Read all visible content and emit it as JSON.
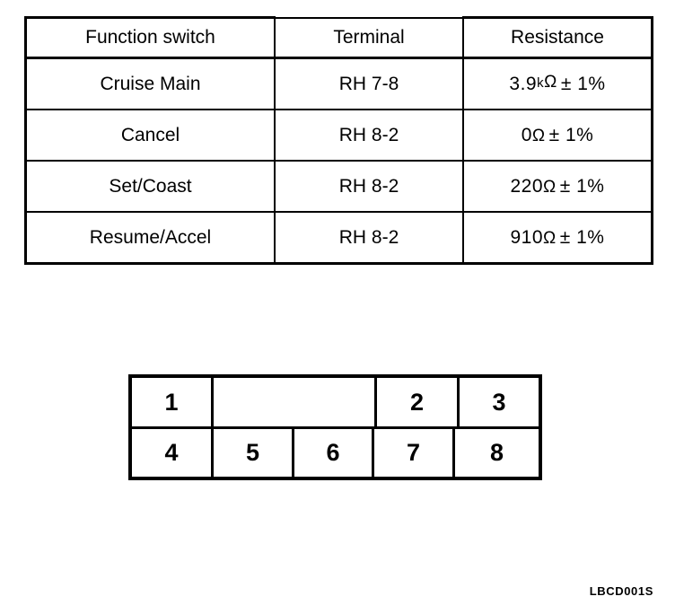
{
  "table": {
    "headers": [
      "Function switch",
      "Terminal",
      "Resistance"
    ],
    "rows": [
      {
        "function_switch": "Cruise Main",
        "terminal": "RH 7-8",
        "resistance_value": "3.9",
        "resistance_multiplier": "k",
        "resistance_unit": "Ω",
        "resistance_tolerance": "± 1%",
        "resistance_full": "3.9kΩ ± 1%"
      },
      {
        "function_switch": "Cancel",
        "terminal": "RH 8-2",
        "resistance_value": "0",
        "resistance_multiplier": "",
        "resistance_unit": "Ω",
        "resistance_tolerance": "± 1%",
        "resistance_full": "0Ω ± 1%"
      },
      {
        "function_switch": "Set/Coast",
        "terminal": "RH 8-2",
        "resistance_value": "220",
        "resistance_multiplier": "",
        "resistance_unit": "Ω",
        "resistance_tolerance": "± 1%",
        "resistance_full": "220Ω ± 1%"
      },
      {
        "function_switch": "Resume/Accel",
        "terminal": "RH 8-2",
        "resistance_value": "910",
        "resistance_multiplier": "",
        "resistance_unit": "Ω",
        "resistance_tolerance": "± 1%",
        "resistance_full": "910Ω ± 1%"
      }
    ]
  },
  "connector": {
    "top_row": [
      "1",
      "",
      "2",
      "3"
    ],
    "bottom_row": [
      "4",
      "5",
      "6",
      "7",
      "8"
    ]
  },
  "figure_code": "LBCD001S",
  "colors": {
    "ink": "#000000",
    "paper": "#ffffff"
  }
}
